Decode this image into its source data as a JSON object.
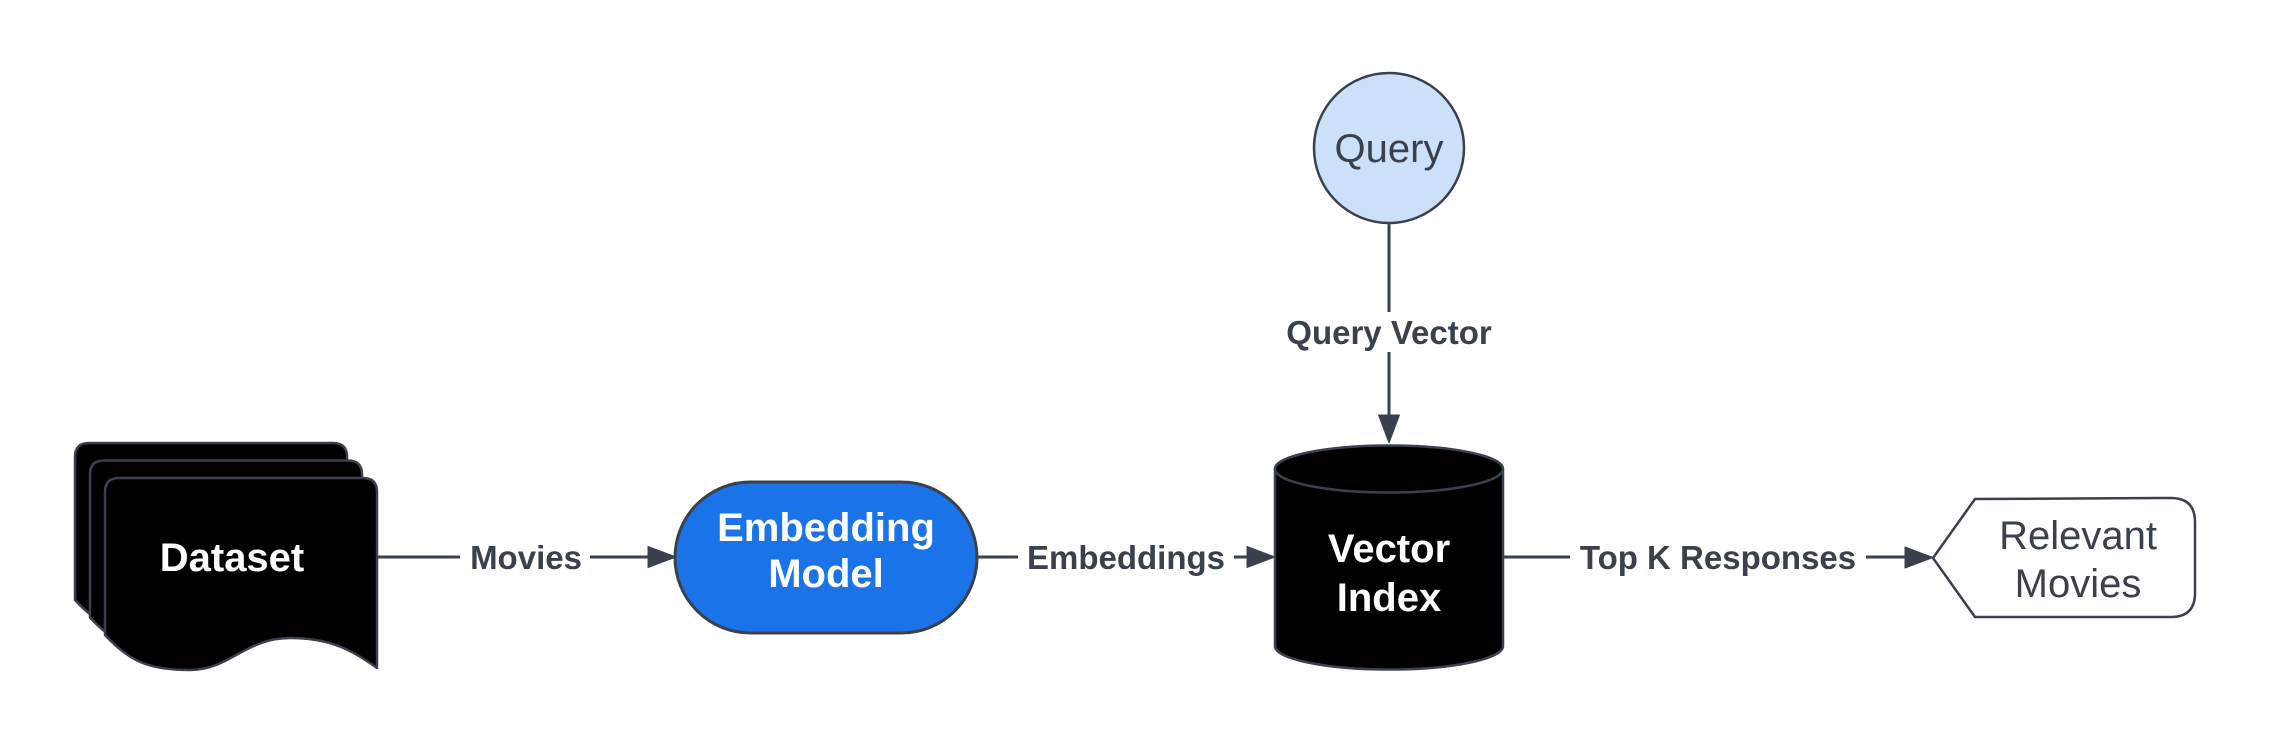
{
  "diagram": {
    "title": "Vector search pipeline diagram",
    "background": "#ffffff",
    "colors": {
      "stroke": "#3A414C",
      "node_black": "#000000",
      "accent_blue": "#1A73E8",
      "light_blue_fill": "#CCE0FA",
      "white_fill": "#ffffff",
      "text_on_dark": "#ffffff",
      "text_dark": "#3A414C"
    },
    "nodes": {
      "dataset": {
        "shape": "document-stack",
        "label": "Dataset"
      },
      "embedding_model": {
        "shape": "pill",
        "lines": [
          "Embedding",
          "Model"
        ]
      },
      "vector_index": {
        "shape": "cylinder",
        "lines": [
          "Vector",
          "Index"
        ]
      },
      "query": {
        "shape": "circle",
        "label": "Query"
      },
      "relevant_movies": {
        "shape": "display-tag",
        "lines": [
          "Relevant",
          "Movies"
        ]
      }
    },
    "edges": {
      "movies": {
        "label": "Movies",
        "from": "dataset",
        "to": "embedding_model"
      },
      "embeddings": {
        "label": "Embeddings",
        "from": "embedding_model",
        "to": "vector_index"
      },
      "query_vector": {
        "label": "Query Vector",
        "from": "query",
        "to": "vector_index"
      },
      "top_k": {
        "label": "Top K Responses",
        "from": "vector_index",
        "to": "relevant_movies"
      }
    }
  }
}
